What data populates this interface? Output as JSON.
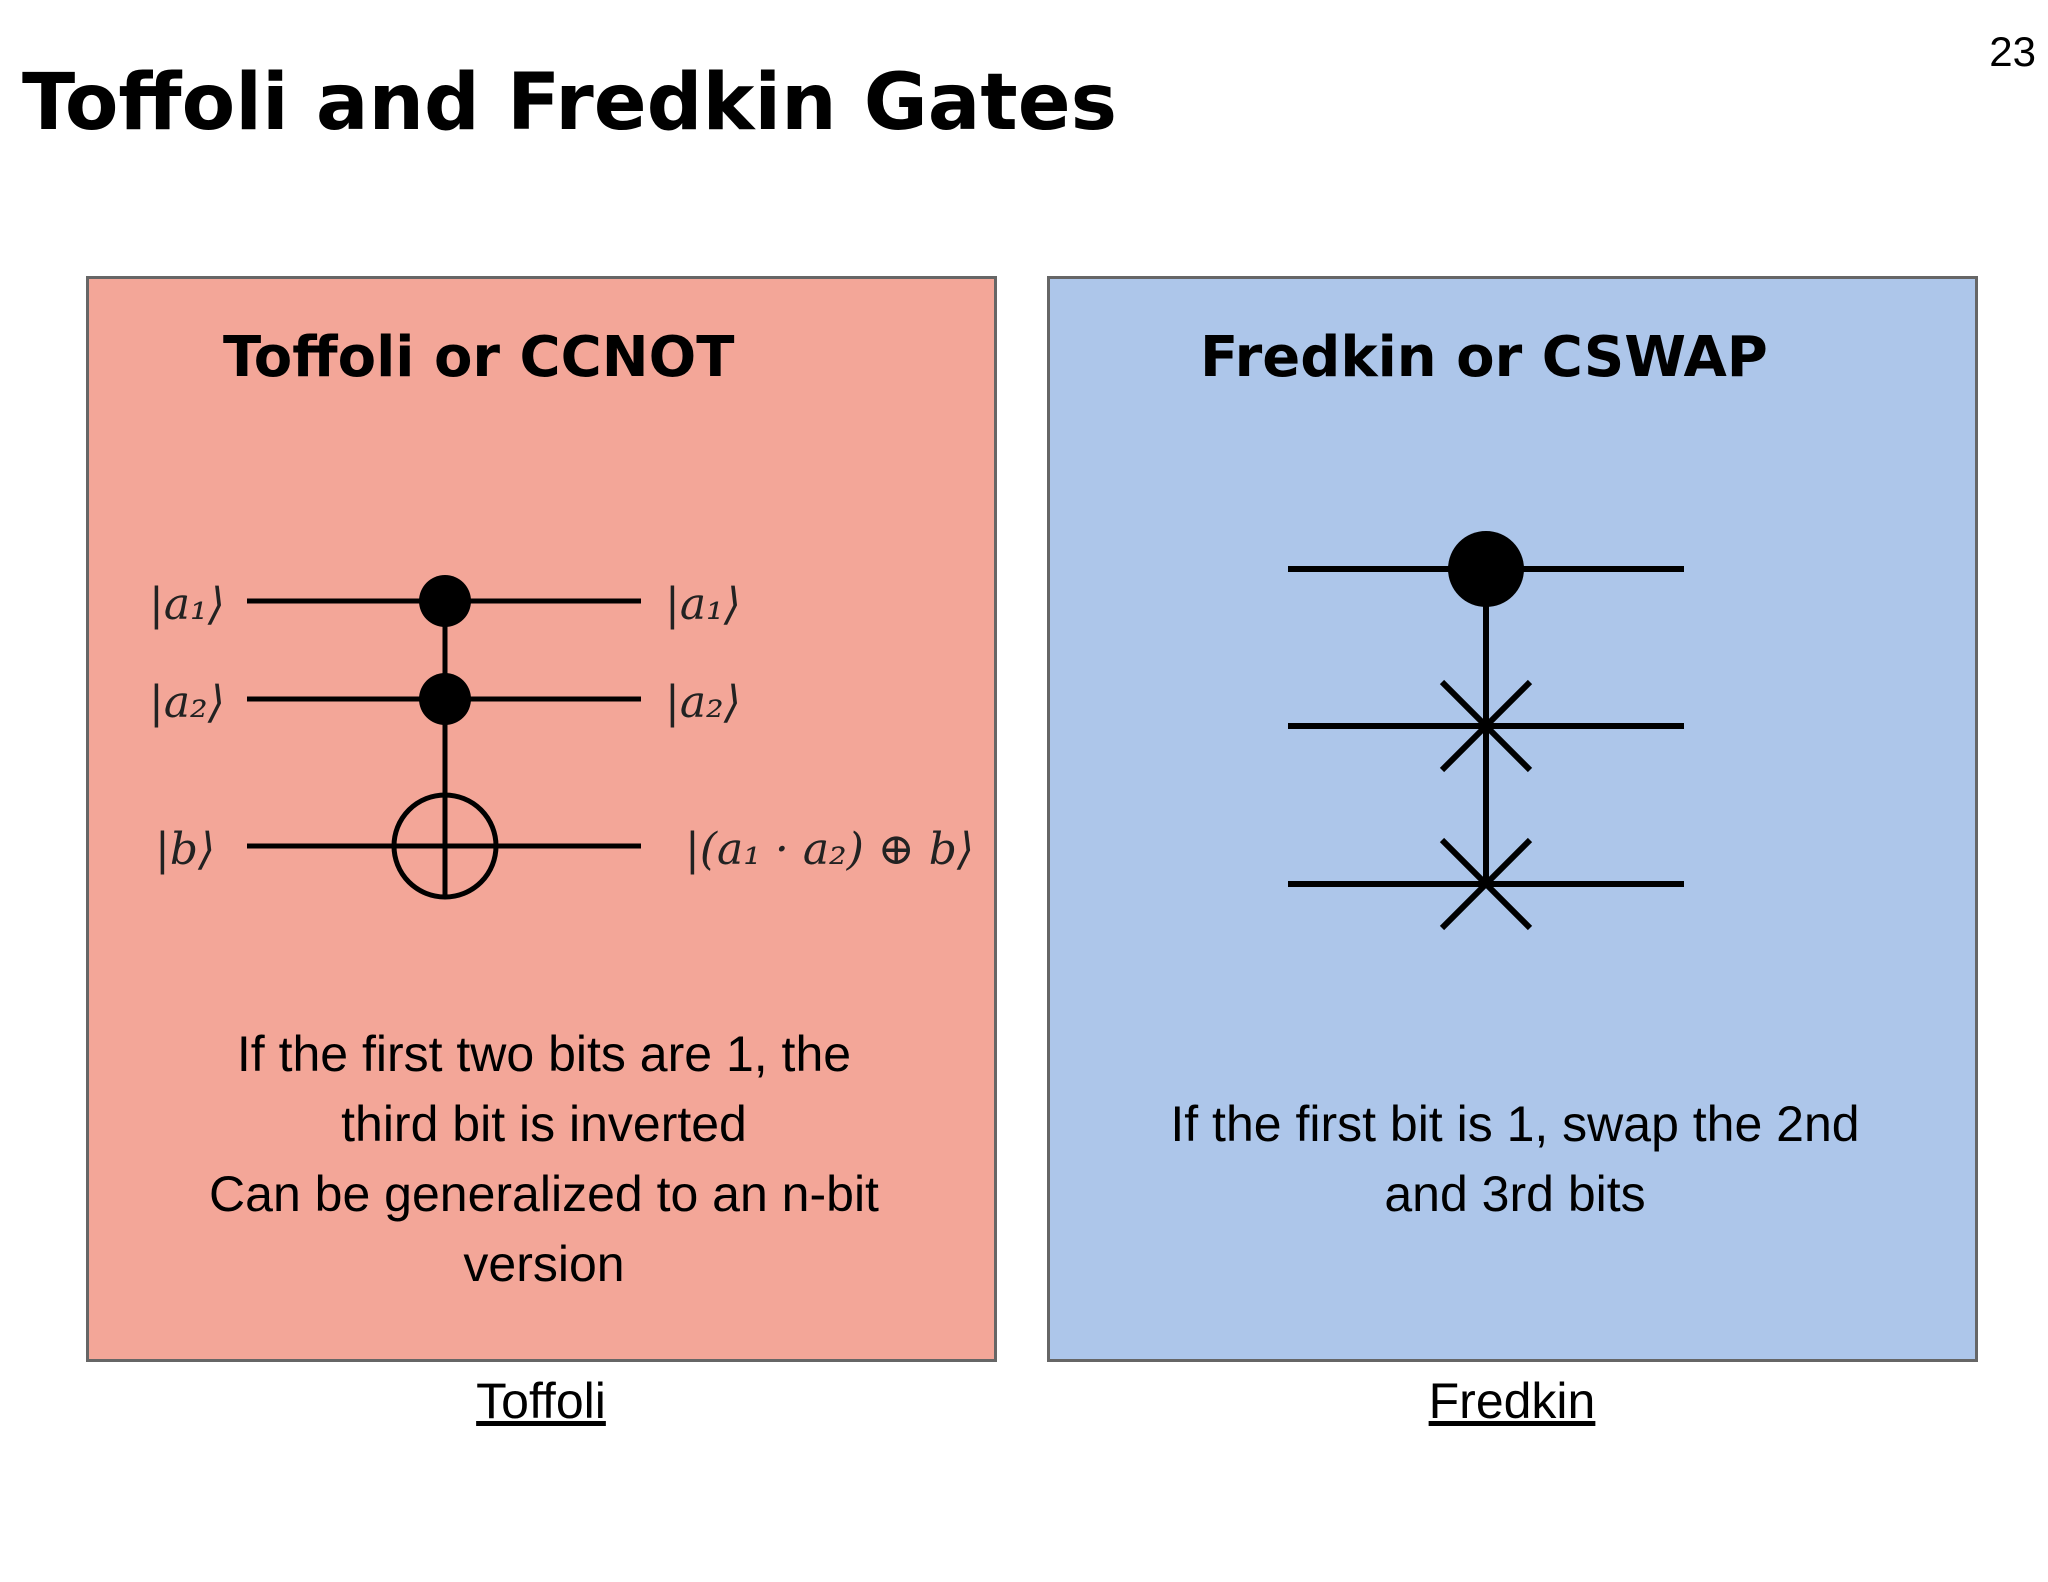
{
  "slide": {
    "title": "Toffoli and Fredkin Gates",
    "page_number": "23"
  },
  "toffoli": {
    "heading": "Toffoli or CCNOT",
    "inputs": [
      "|a₁⟩",
      "|a₂⟩",
      "|b⟩"
    ],
    "outputs": [
      "|a₁⟩",
      "|a₂⟩",
      "|(a₁ · a₂) ⊕ b⟩"
    ],
    "description": "If the first two bits are 1, the third bit is inverted\nCan be generalized to an n-bit version",
    "description_lines": [
      "If the first two bits are 1, the",
      "third bit is inverted",
      "Can be generalized to an n-bit",
      "version"
    ],
    "caption": "Toffoli",
    "panel_color": "#f3a698"
  },
  "fredkin": {
    "heading": "Fredkin or CSWAP",
    "description_lines": [
      "If the first bit is 1, swap the 2nd",
      "and 3rd bits"
    ],
    "caption": "Fredkin",
    "panel_color": "#adc6ea"
  },
  "colors": {
    "border": "#666666",
    "ink": "#000000"
  }
}
